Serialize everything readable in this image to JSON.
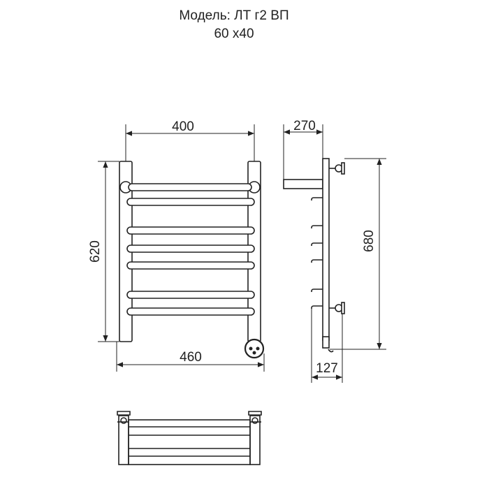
{
  "header": {
    "model_line": "Модель: ЛТ г2 ВП",
    "size_line": "60 х40"
  },
  "dimensions": {
    "width_top": "400",
    "height_left": "620",
    "width_bottom": "460",
    "depth_top": "270",
    "height_right": "680",
    "offset_bottom": "127"
  },
  "colors": {
    "line": "#222222",
    "rail_fill": "#ffffff"
  }
}
